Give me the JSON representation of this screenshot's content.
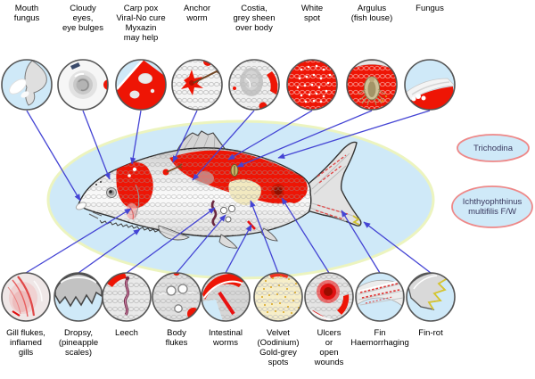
{
  "diagram_title": "Koi / carp disease identification diagram",
  "colors": {
    "koi_red": "#ee1505",
    "pond_fill": "#cfe9f8",
    "pond_border": "#ecf4bf",
    "arrow": "#4444d4",
    "circle_outline": "#555555",
    "oval_border": "#ee8888",
    "oval_text": "#38385e",
    "label_text": "#000000"
  },
  "top_row": {
    "items": [
      {
        "label": "Mouth\nfungus",
        "icon": "mouth-fungus-circle"
      },
      {
        "label": "Cloudy\neyes,\neye bulges",
        "icon": "cloudy-eye-circle"
      },
      {
        "label": "Carp pox\nViral-No cure\nMyxazin\nmay help",
        "icon": "carp-pox-circle"
      },
      {
        "label": "Anchor\nworm",
        "icon": "anchor-worm-circle"
      },
      {
        "label": "Costia,\ngrey sheen\nover body",
        "icon": "costia-circle"
      },
      {
        "label": "White\nspot",
        "icon": "white-spot-circle"
      },
      {
        "label": "Argulus\n(fish louse)",
        "icon": "argulus-circle"
      },
      {
        "label": "Fungus",
        "icon": "fungus-circle"
      }
    ]
  },
  "bottom_row": {
    "items": [
      {
        "label": "Gill flukes,\ninflamed\ngills",
        "icon": "gill-flukes-circle"
      },
      {
        "label": "Dropsy,\n(pineapple\nscales)",
        "icon": "dropsy-circle"
      },
      {
        "label": "Leech",
        "icon": "leech-circle"
      },
      {
        "label": "Body\nflukes",
        "icon": "body-flukes-circle"
      },
      {
        "label": "Intestinal\nworms",
        "icon": "intestinal-worms-circle"
      },
      {
        "label": "Velvet\n(Oodinium)\nGold-grey\nspots",
        "icon": "velvet-circle"
      },
      {
        "label": "Ulcers\nor\nopen\nwounds",
        "icon": "ulcers-circle"
      },
      {
        "label": "Fin\nHaemorrhaging",
        "icon": "fin-haemorrhage-circle"
      },
      {
        "label": "Fin-rot",
        "icon": "fin-rot-circle"
      }
    ]
  },
  "side_labels": {
    "items": [
      {
        "label": "Trichodina"
      },
      {
        "label": "Ichthyophthinus\nmultifilis F/W"
      }
    ]
  }
}
